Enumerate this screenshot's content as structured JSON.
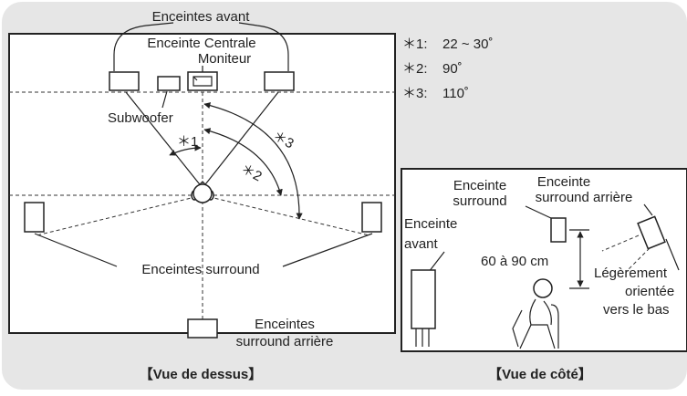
{
  "top_view": {
    "caption": "【Vue de dessus】",
    "labels": {
      "front": "Enceintes avant",
      "center": "Enceinte Centrale",
      "monitor": "Moniteur",
      "subwoofer": "Subwoofer",
      "surround": "Enceintes surround",
      "surround_back_1": "Enceintes",
      "surround_back_2": "surround arrière"
    },
    "angle_marks": {
      "a1": "＊1",
      "a2": "＊2",
      "a3": "＊3"
    }
  },
  "angles_legend": [
    {
      "mark": "＊1:",
      "value": "22 ~ 30˚"
    },
    {
      "mark": "＊2:",
      "value": "90˚"
    },
    {
      "mark": "＊3:",
      "value": "110˚"
    }
  ],
  "side_view": {
    "caption": "【Vue de côté】",
    "labels": {
      "surround_1": "Enceinte",
      "surround_2": "surround",
      "surround_back_1": "Enceinte",
      "surround_back_2": "surround arrière",
      "front_1": "Enceinte",
      "front_2": "avant",
      "height": "60 à 90 cm",
      "tilt_1": "Légèrement",
      "tilt_2": "orientée",
      "tilt_3": "vers le bas"
    }
  },
  "colors": {
    "panel": "#e6e6e6",
    "ink": "#222222"
  }
}
